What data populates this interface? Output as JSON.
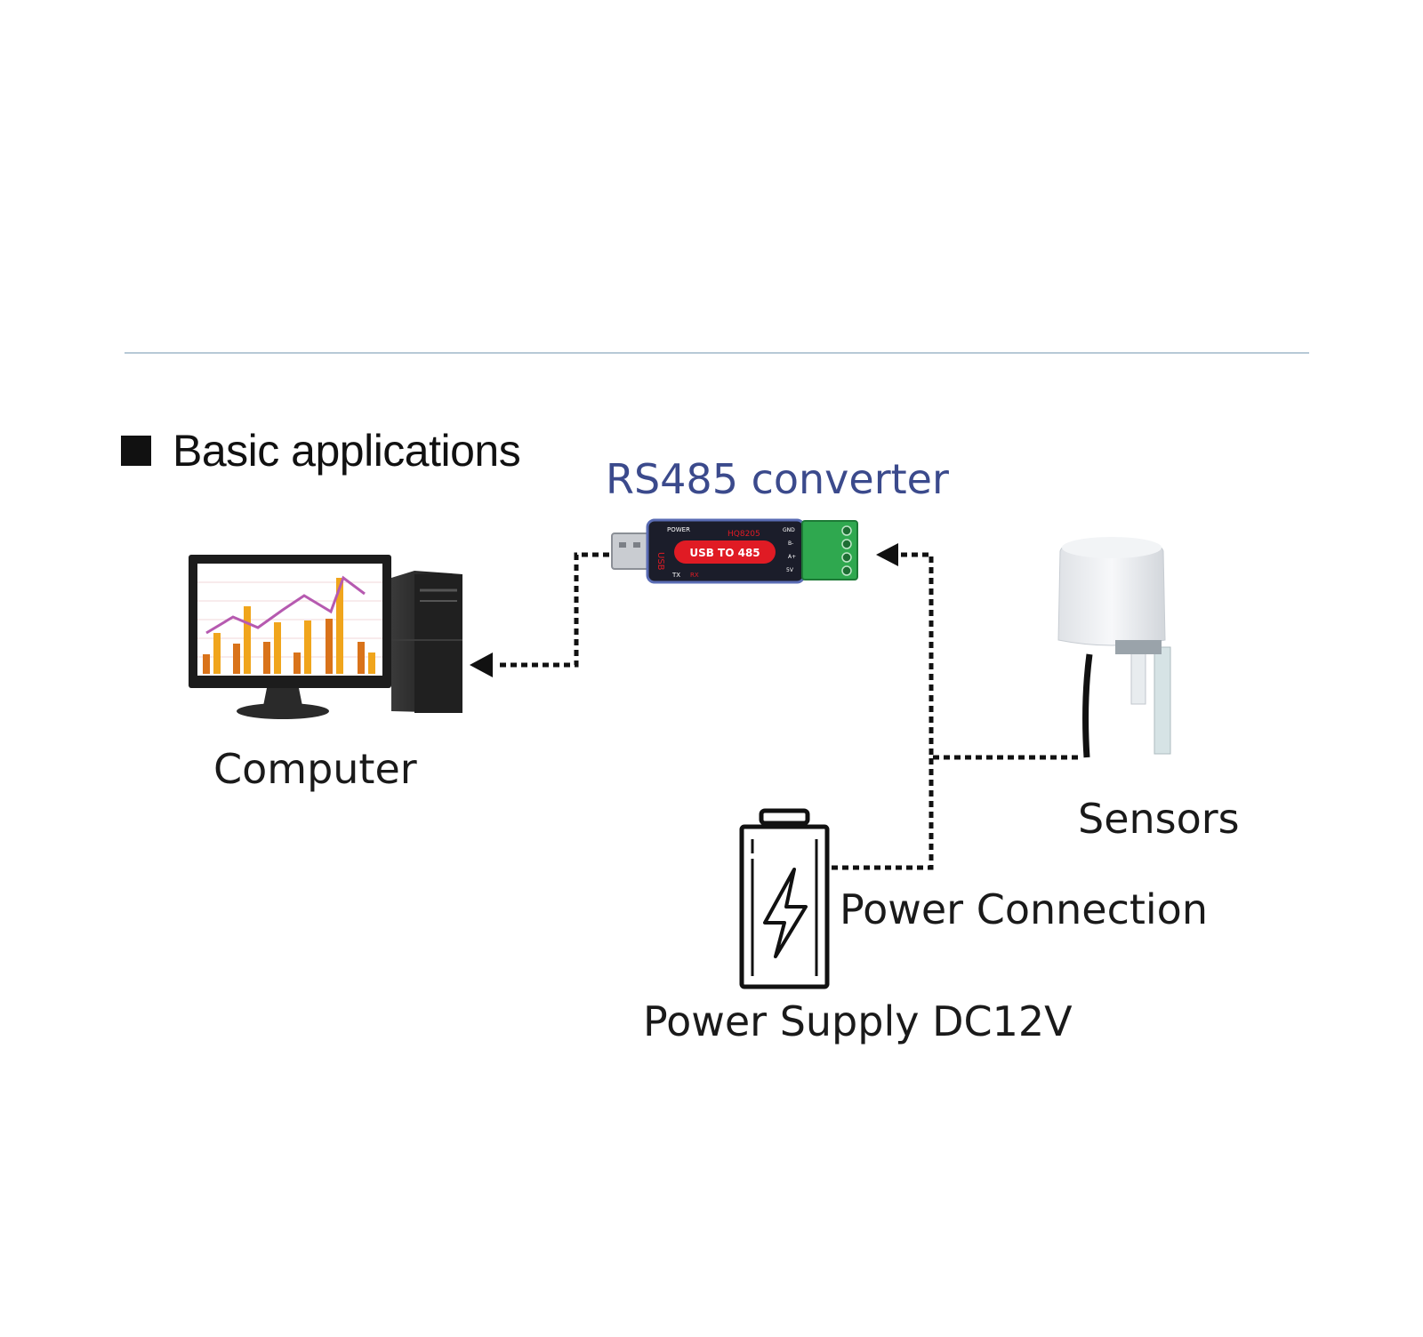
{
  "heading": {
    "text": "Basic applications"
  },
  "converter": {
    "title": "RS485 converter",
    "badge": "USB TO 485",
    "model": "HQ8205",
    "usb_label": "USB",
    "power_label": "POWER",
    "tx_label": "TX",
    "rx_label": "RX",
    "terminal_labels": [
      "GND",
      "B-",
      "A+",
      "5V"
    ]
  },
  "labels": {
    "computer": "Computer",
    "sensors": "Sensors",
    "power_connection": "Power Connection",
    "power_supply": "Power Supply DC12V"
  },
  "icons": [
    "computer-icon",
    "usb-rs485-converter-icon",
    "sensor-icon",
    "battery-icon",
    "lightning-bolt-icon"
  ],
  "colors": {
    "accent_title": "#3b4a8c",
    "converter_body": "#1b1d2a",
    "converter_badge": "#e01b24",
    "terminal_green": "#2fa84f",
    "bar_orange": "#f0a51c",
    "bar_dark_orange": "#d9731a",
    "line_purple": "#b65ab0",
    "rule_line": "#b7c9d6"
  }
}
